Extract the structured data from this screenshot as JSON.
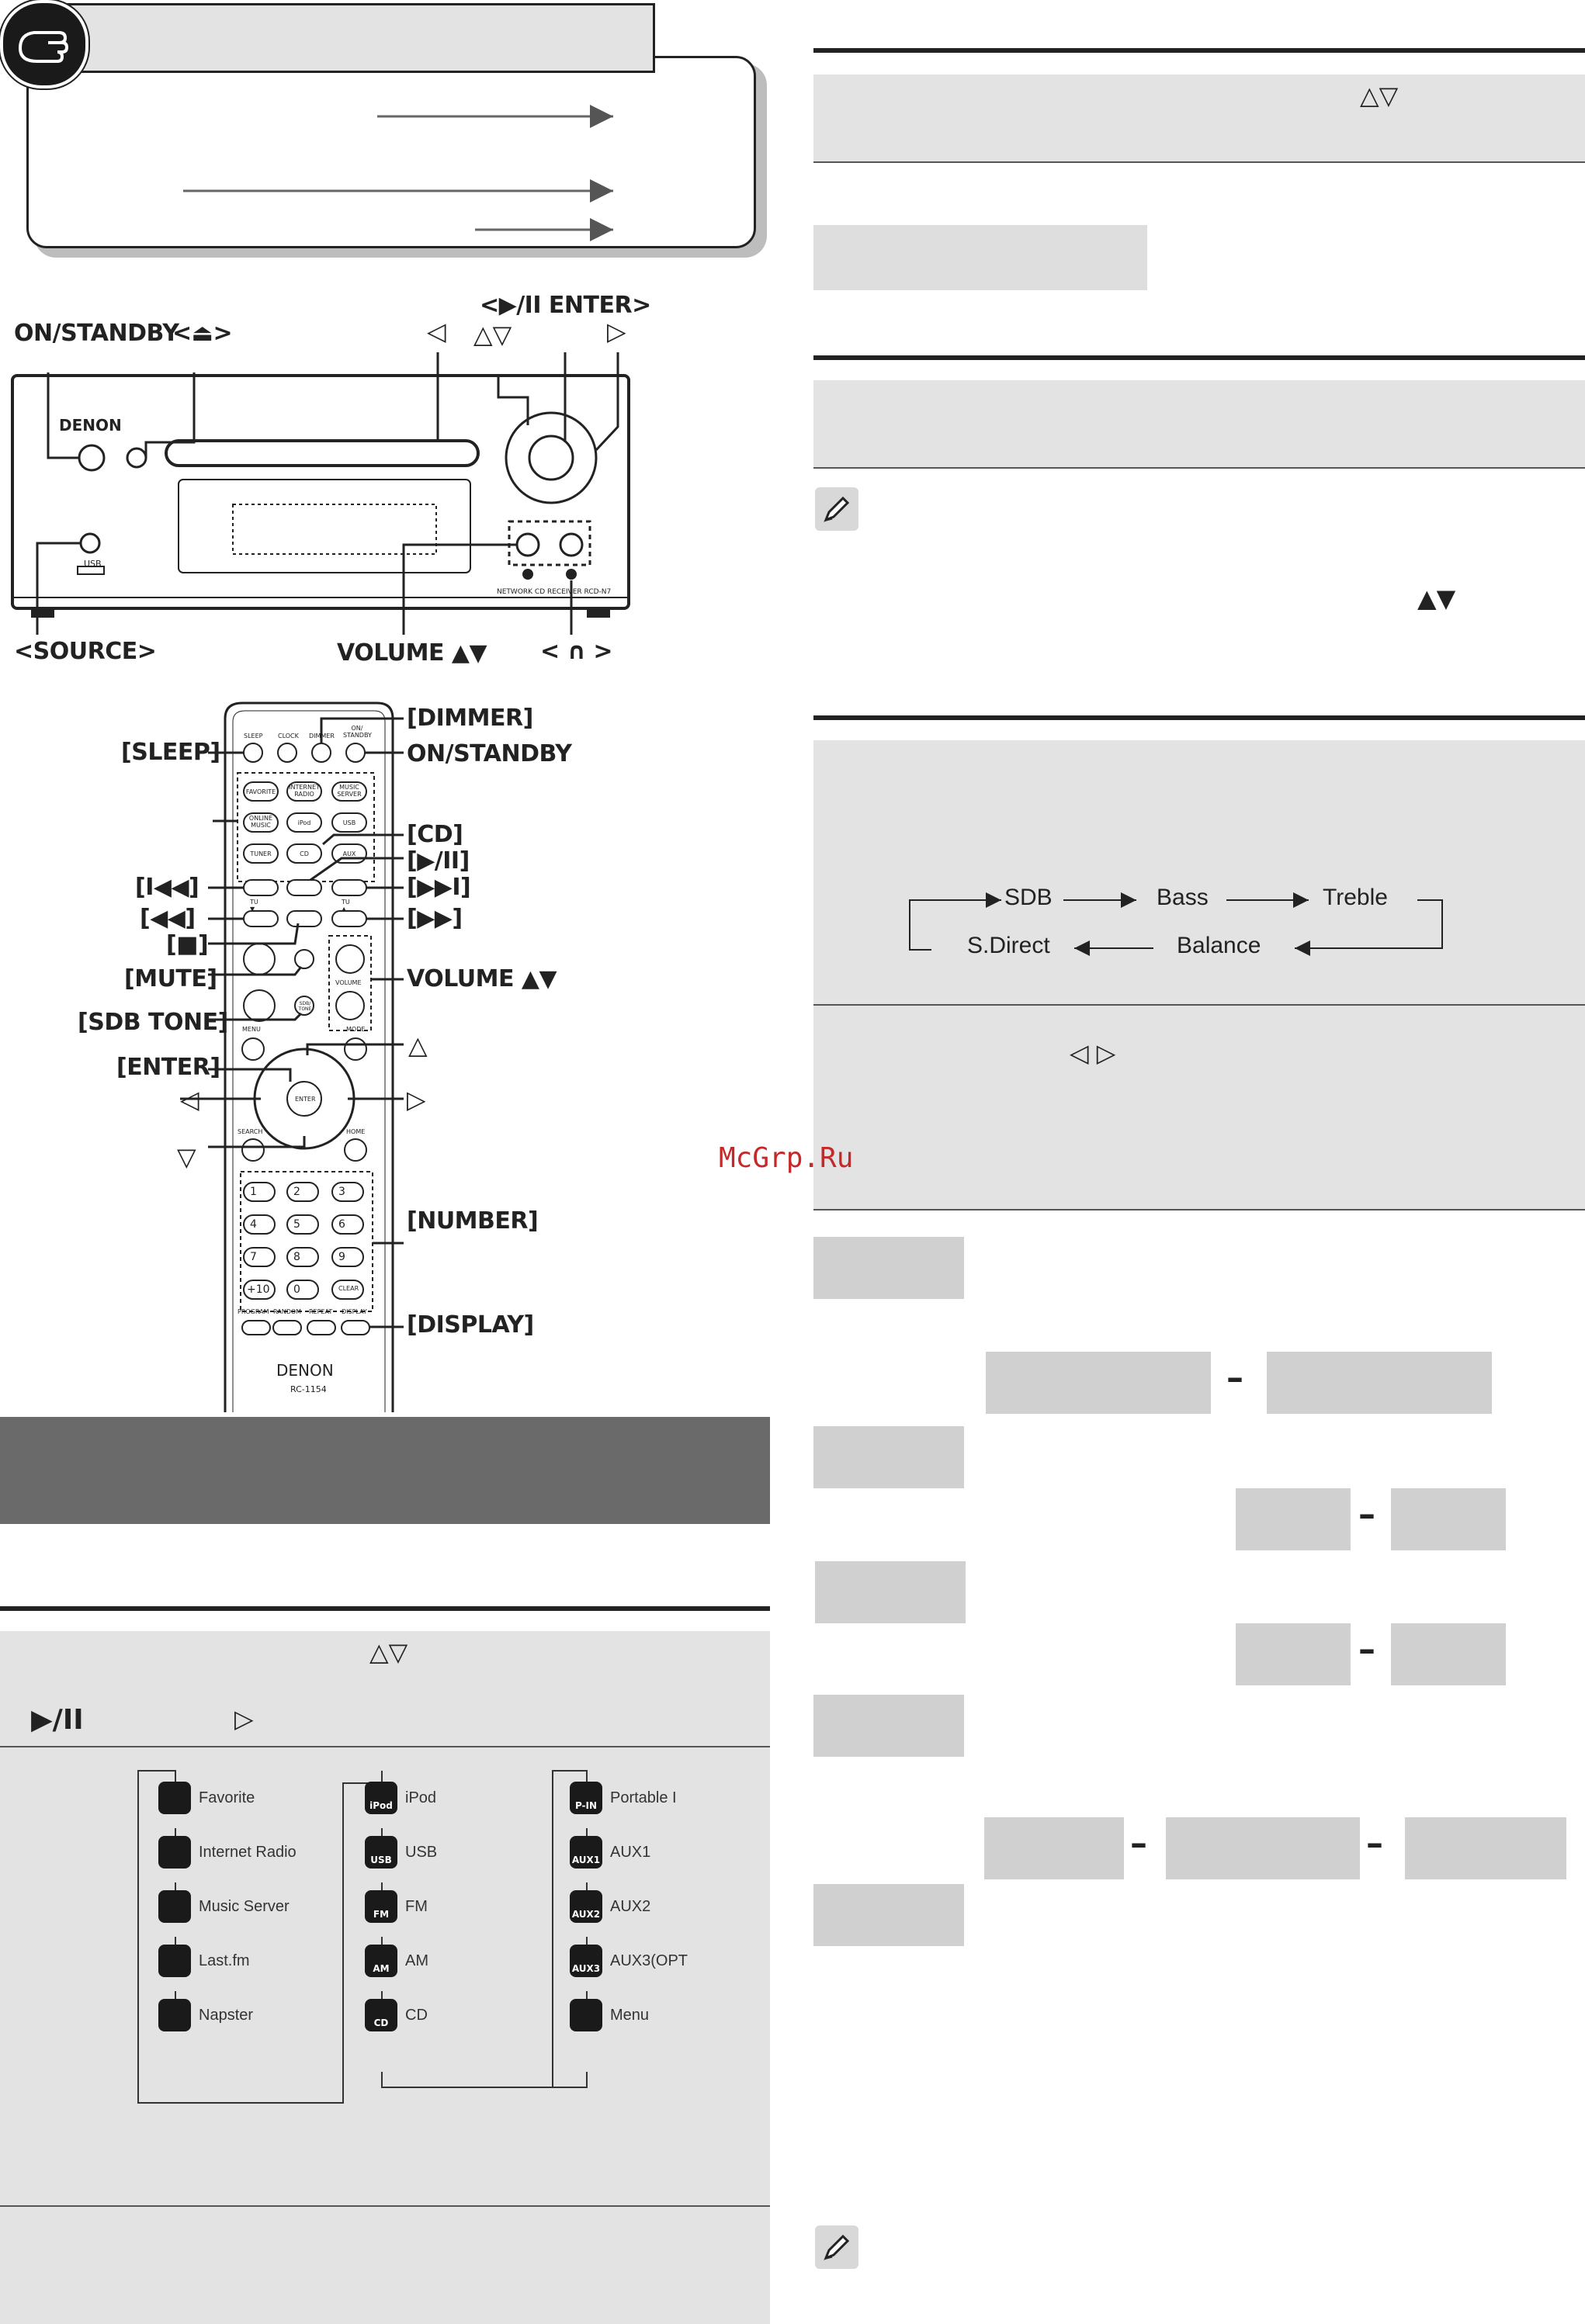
{
  "front_panel": {
    "brand": "DENON",
    "model_caption": "NETWORK CD RECEIVER RCD-N7",
    "usb_caption": "USB",
    "labels": {
      "on_standby": "ON/STANDBY",
      "eject": "<⏏>",
      "left": "◁",
      "play_pause_enter": "<▶/II  ENTER>",
      "up_down": "△▽",
      "right": "▷",
      "source": "<SOURCE>",
      "volume": "VOLUME ▲▼",
      "headphones": "< ∩ >"
    }
  },
  "remote": {
    "brand": "DENON",
    "model": "RC-1154",
    "button_texts": {
      "sleep": "SLEEP",
      "clock": "CLOCK",
      "dimmer": "DIMMER",
      "onstandby": "ON/ STANDBY",
      "favorite": "FAVORITE",
      "internet_radio": "INTERNET RADIO",
      "music_server": "MUSIC SERVER",
      "online_music": "ONLINE MUSIC",
      "ipod": "iPod",
      "usb": "USB",
      "tuner": "TUNER",
      "cd": "CD",
      "aux": "AUX",
      "volume": "VOLUME",
      "menu": "MENU",
      "mode": "MODE",
      "enter": "ENTER",
      "search": "SEARCH",
      "home": "HOME",
      "sdb_tone": "SDB/ TONE",
      "program": "PROGRAM",
      "random": "RANDOM",
      "repeat": "REPEAT",
      "display": "DISPLAY",
      "clear": "CLEAR",
      "tu_down": "TU ▼",
      "tu_up": "TU ▲"
    },
    "number_keys": [
      "1",
      "2",
      "3",
      "4",
      "5",
      "6",
      "7",
      "8",
      "9",
      "+10",
      "0"
    ],
    "labels": {
      "dimmer": "[DIMMER]",
      "sleep": "[SLEEP]",
      "on_standby": "ON/STANDBY",
      "cd": "[CD]",
      "play_pause": "[▶/II]",
      "prev": "[I◀◀]",
      "next": "[▶▶I]",
      "rew": "[◀◀]",
      "ff": "[▶▶]",
      "stop": "[■]",
      "mute": "[MUTE]",
      "volume": "VOLUME ▲▼",
      "sdb_tone": "[SDB TONE]",
      "enter": "[ENTER]",
      "up": "△",
      "left": "◁",
      "right": "▷",
      "down": "▽",
      "number": "[NUMBER]",
      "display": "[DISPLAY]"
    }
  },
  "left_section": {
    "updown_symbol": "△▽",
    "playpause_symbol": "▶/II",
    "right_symbol": "▷",
    "source_columns": [
      [
        {
          "icon": "favorite-icon",
          "label": "Favorite"
        },
        {
          "icon": "internet-radio-icon",
          "label": "Internet Radio"
        },
        {
          "icon": "music-server-icon",
          "label": "Music Server"
        },
        {
          "icon": "lastfm-icon",
          "label": "Last.fm"
        },
        {
          "icon": "napster-icon",
          "label": "Napster"
        }
      ],
      [
        {
          "icon": "ipod-icon",
          "label": "iPod",
          "tag": "iPod"
        },
        {
          "icon": "usb-icon",
          "label": "USB",
          "tag": "USB"
        },
        {
          "icon": "fm-icon",
          "label": "FM",
          "tag": "FM"
        },
        {
          "icon": "am-icon",
          "label": "AM",
          "tag": "AM"
        },
        {
          "icon": "cd-icon",
          "label": "CD",
          "tag": "CD"
        }
      ],
      [
        {
          "icon": "portable-icon",
          "label": "Portable I",
          "tag": "P-IN"
        },
        {
          "icon": "aux1-icon",
          "label": "AUX1",
          "tag": "AUX1"
        },
        {
          "icon": "aux2-icon",
          "label": "AUX2",
          "tag": "AUX2"
        },
        {
          "icon": "aux3-icon",
          "label": "AUX3(OPT",
          "tag": "AUX3"
        },
        {
          "icon": "menu-icon",
          "label": "Menu",
          "tag": ""
        }
      ]
    ]
  },
  "right_section": {
    "updown_symbol": "△▽",
    "updown_filled_symbol": "▲▼",
    "leftright_symbol": "◁ ▷",
    "tone_flow": {
      "top": [
        "SDB",
        "Bass",
        "Treble"
      ],
      "bottom": [
        "S.Direct",
        "Balance"
      ]
    }
  },
  "watermark": "McGrp.Ru",
  "colors": {
    "heading_gray": "#e3e3e3",
    "box_gray": "#d0d0d0",
    "dark_band": "#6a6a6a"
  }
}
